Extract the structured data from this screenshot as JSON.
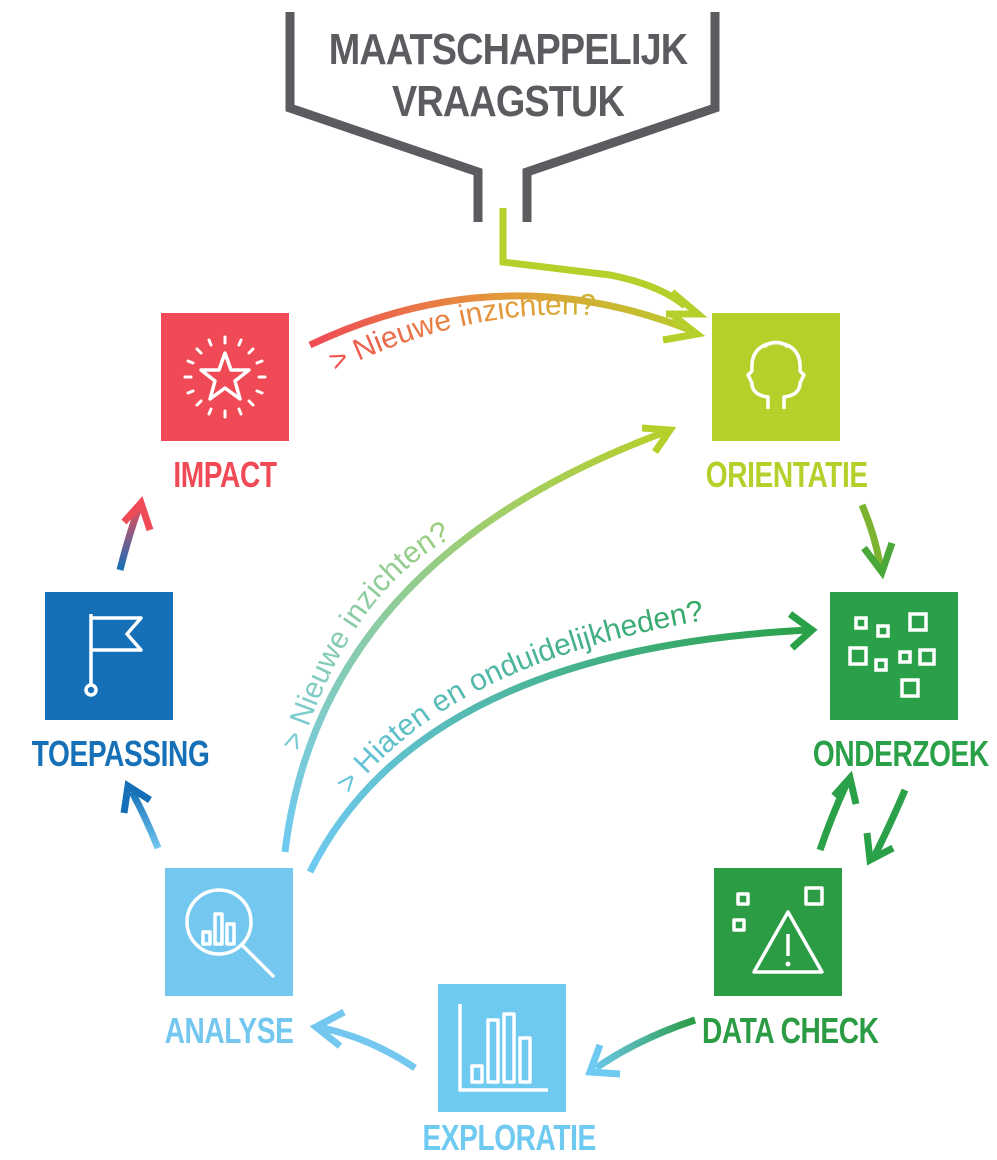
{
  "title": {
    "line1": "MAATSCHAPPELIJK",
    "line2": "VRAAGSTUK"
  },
  "nodes": {
    "impact": {
      "label": "IMPACT",
      "color": "#ef4a55",
      "icon": "star-burst-icon"
    },
    "orientatie": {
      "label": "ORIENTATIE",
      "color": "#b6cf2b",
      "icon": "two-heads-icon"
    },
    "onderzoek": {
      "label": "ONDERZOEK",
      "color": "#2aa148",
      "icon": "scattered-squares-icon"
    },
    "datacheck": {
      "label": "DATA CHECK",
      "color": "#2b9c43",
      "icon": "warning-triangle-icon"
    },
    "exploratie": {
      "label": "EXPLORATIE",
      "color": "#6fcaf2",
      "icon": "bar-chart-icon"
    },
    "analyse": {
      "label": "ANALYSE",
      "color": "#74c8f0",
      "icon": "magnifier-chart-icon"
    },
    "toepassing": {
      "label": "TOEPASSING",
      "color": "#1570b8",
      "icon": "flag-icon"
    }
  },
  "arrow_labels": {
    "impact_to_orientatie": "> Nieuwe inzichten?",
    "analyse_to_orientatie": "> Nieuwe inzichten?",
    "analyse_to_onderzoek": "> Hiaten en onduidelijkheden?"
  }
}
